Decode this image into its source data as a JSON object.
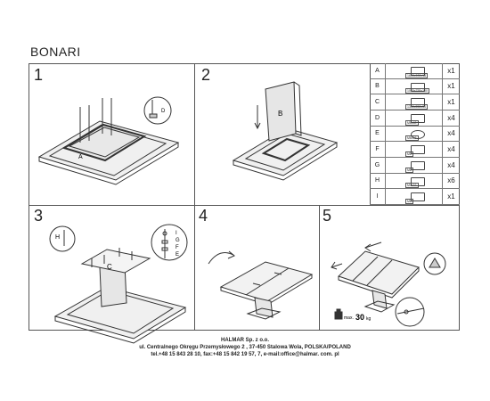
{
  "product_title": "BONARI",
  "steps": [
    {
      "number": "1"
    },
    {
      "number": "2"
    },
    {
      "number": "3"
    },
    {
      "number": "4"
    },
    {
      "number": "5"
    }
  ],
  "step1_labels": {
    "part_a": "A",
    "part_d": "D"
  },
  "step2_labels": {
    "part_b": "B"
  },
  "step3_labels": {
    "part_h": "H",
    "part_c": "C",
    "part_i": "I",
    "part_g": "G",
    "part_f": "F",
    "part_e": "E"
  },
  "step5_labels": {
    "max_prefix": "max.",
    "max_weight": "30",
    "max_unit": "kg"
  },
  "parts": [
    {
      "letter": "A",
      "qty": "x1",
      "size": "1600x900x18"
    },
    {
      "letter": "B",
      "qty": "x1",
      "size": "1045x755x100"
    },
    {
      "letter": "C",
      "qty": "x1",
      "size": "1350x550x30"
    },
    {
      "letter": "D",
      "qty": "x4",
      "size": "M6x40"
    },
    {
      "letter": "E",
      "qty": "x4",
      "size": "M6x16"
    },
    {
      "letter": "F",
      "qty": "x4",
      "size": "M8"
    },
    {
      "letter": "G",
      "qty": "x4",
      "size": "M8"
    },
    {
      "letter": "H",
      "qty": "x6",
      "size": "M4x16"
    },
    {
      "letter": "I",
      "qty": "x1",
      "size": "M6"
    }
  ],
  "footer": {
    "company": "HALMAR Sp. z o.o.",
    "address": "ul. Centralnego Okręgu Przemysłowego 2 , 37-450 Stalowa Wola, POLSKA/POLAND",
    "contact": "tel.+48 15 843 28 10, fax:+48 15 842 19 57, 7, e-mail:office@halmar. com. pl"
  }
}
